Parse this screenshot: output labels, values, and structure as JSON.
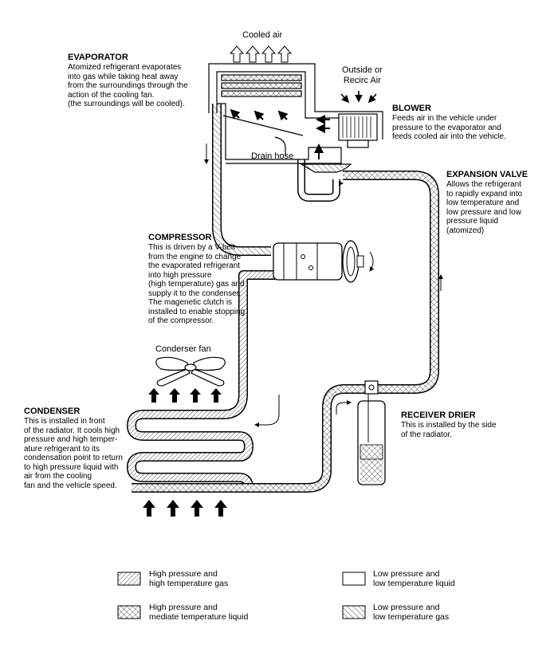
{
  "labels": {
    "cooled_air": "Cooled air",
    "outside_air": "Outside or\nRecirc Air",
    "drain_hose": "Drain hose",
    "condenser_fan": "Conderser fan"
  },
  "components": {
    "evaporator": {
      "title": "EVAPORATOR",
      "body": "Atomized refrigerant evaporates\ninto gas while taking heat away\nfrom the surroundings through the\naction of the cooling fan.\n(the surroundings will be cooled)."
    },
    "blower": {
      "title": "BLOWER",
      "body": "Feeds air in the vehicle under\npressure to the evaporator and\nfeeds cooled air into the vehicle."
    },
    "expansion_valve": {
      "title": "EXPANSION VALVE",
      "body": "Allows the refrigerant\nto rapidly expand into\nlow temperature and\nlow pressure and low\npressure liquid\n(atomized)"
    },
    "compressor": {
      "title": "COMPRESSOR",
      "body": "This is driven by a V-belt\nfrom the engine to change\nthe evaporated refrigerant\ninto high pressure\n(high temperature) gas and\nsupply it to the condenser.\nThe magenetic clutch is\ninstalled to enable stopping\nof the compressor."
    },
    "condenser": {
      "title": "CONDENSER",
      "body": "This is installed in front\nof the radiator. It cools high\npressure and high temper-\nature refrigerant to its\ncondensation point to return\nto high pressure liquid with\nair from the cooling\nfan and the vehicle speed."
    },
    "receiver_drier": {
      "title": "RECEIVER DRIER",
      "body": "This is installed by the side\nof the radiator."
    }
  },
  "legend": [
    {
      "pattern": "hatch-fwd",
      "text": "High pressure and\nhigh temperature gas"
    },
    {
      "pattern": "crosshatch",
      "text": "High pressure and\nmediate temperature liquid"
    },
    {
      "pattern": "blank",
      "text": "Low pressure and\nlow temperature liquid"
    },
    {
      "pattern": "hatch-back",
      "text": "Low pressure and\nlow temperature gas"
    }
  ]
}
